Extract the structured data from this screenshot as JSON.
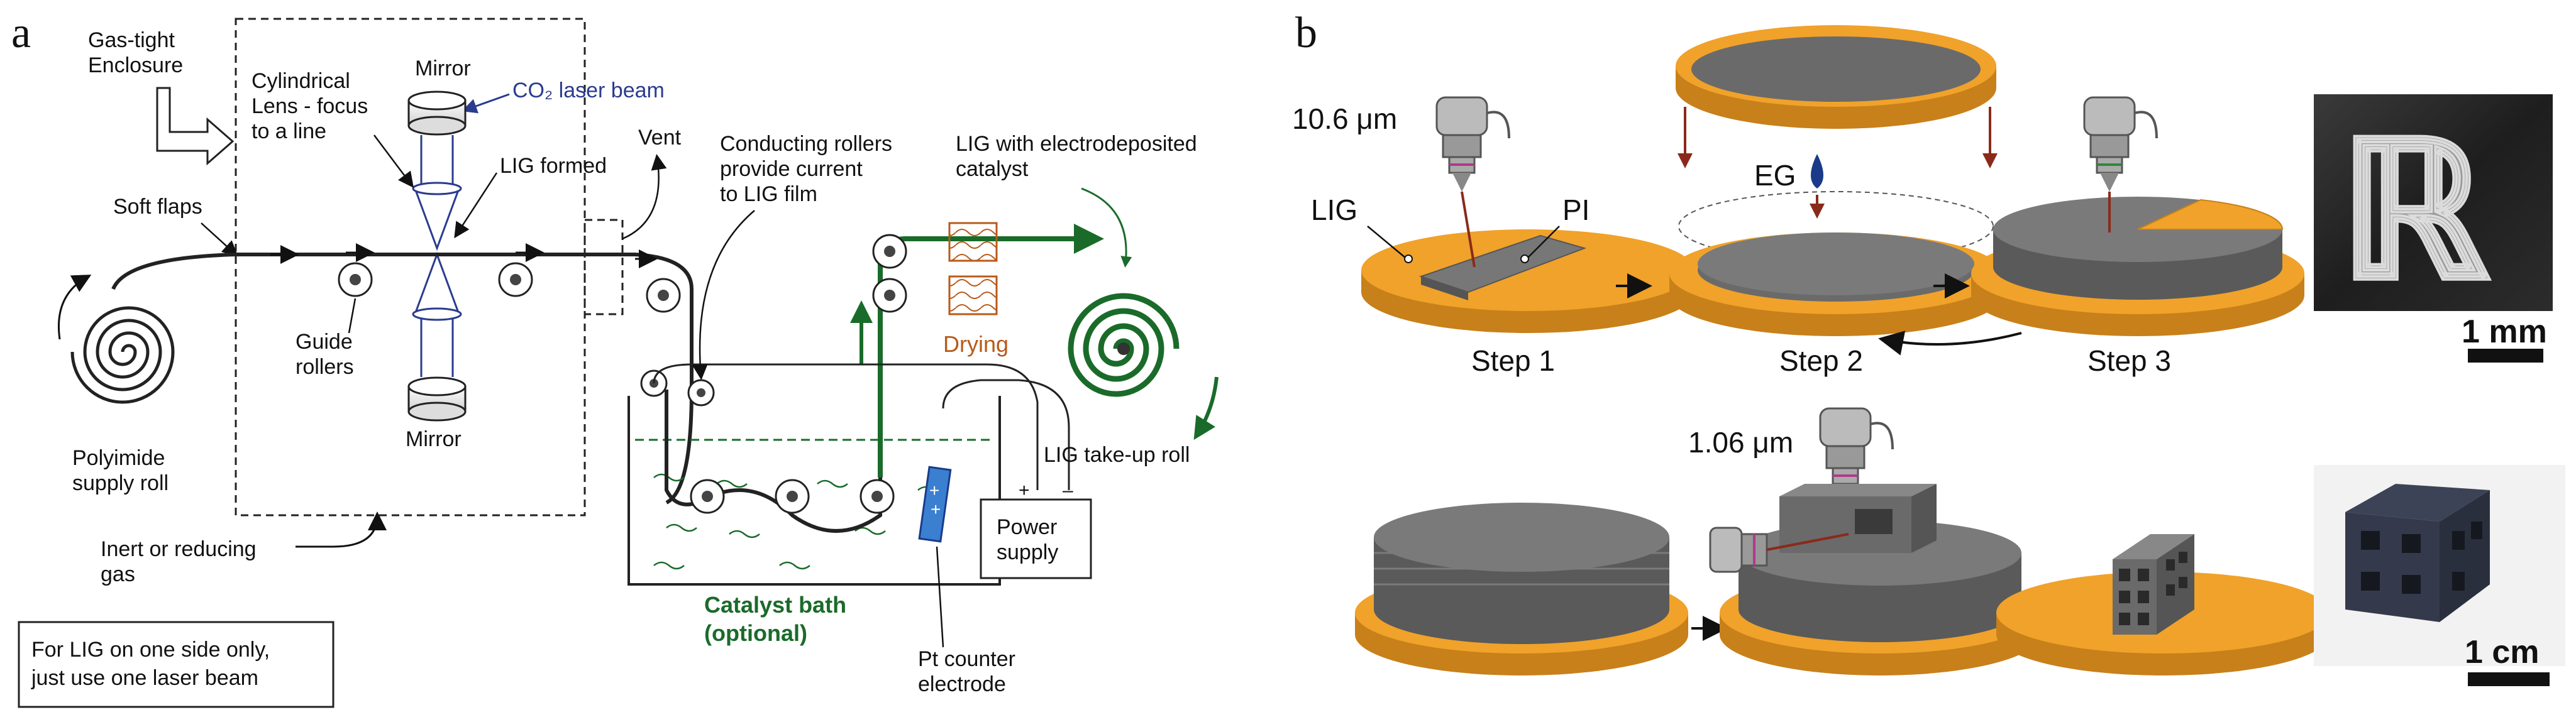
{
  "panel_a": {
    "letter": "a",
    "gas_tight_enclosure": [
      "Gas-tight",
      "Enclosure"
    ],
    "cylindrical_lens": [
      "Cylindrical",
      "Lens - focus",
      "to a line"
    ],
    "mirror_top": "Mirror",
    "mirror_bottom": "Mirror",
    "co2_laser_beam": "CO₂ laser beam",
    "lig_formed": "LIG formed",
    "vent": "Vent",
    "soft_flaps": "Soft flaps",
    "guide_rollers": [
      "Guide",
      "rollers"
    ],
    "polyimide_supply_roll": [
      "Polyimide",
      "supply roll"
    ],
    "inert_gas": [
      "Inert or reducing",
      "gas"
    ],
    "one_side_note": [
      "For LIG on one side only,",
      "just use one laser beam"
    ],
    "conducting_rollers": [
      "Conducting rollers",
      "provide current",
      "to LIG film"
    ],
    "lig_catalyst": [
      "LIG with electrodeposited",
      "catalyst"
    ],
    "drying": "Drying",
    "lig_takeup_roll": "LIG take-up roll",
    "catalyst_bath": [
      "Catalyst bath",
      "(optional)"
    ],
    "power_supply": [
      "Power",
      "supply"
    ],
    "pt_counter_electrode": [
      "Pt counter",
      "electrode"
    ],
    "colors": {
      "green": "#1a6b2a",
      "blue": "#2b3b8f",
      "drying": "#b85a1a"
    }
  },
  "panel_b": {
    "letter": "b",
    "wavelength_top": "10.6 μm",
    "wavelength_bottom": "1.06 μm",
    "lig_label": "LIG",
    "pi_label": "PI",
    "eg_label": "EG",
    "steps": [
      "Step 1",
      "Step 2",
      "Step 3"
    ],
    "scale_top": "1 mm",
    "scale_bottom": "1 cm",
    "colors": {
      "disk": "#f0a22a",
      "disk_edge": "#c8801a",
      "gray": "#707070"
    }
  }
}
